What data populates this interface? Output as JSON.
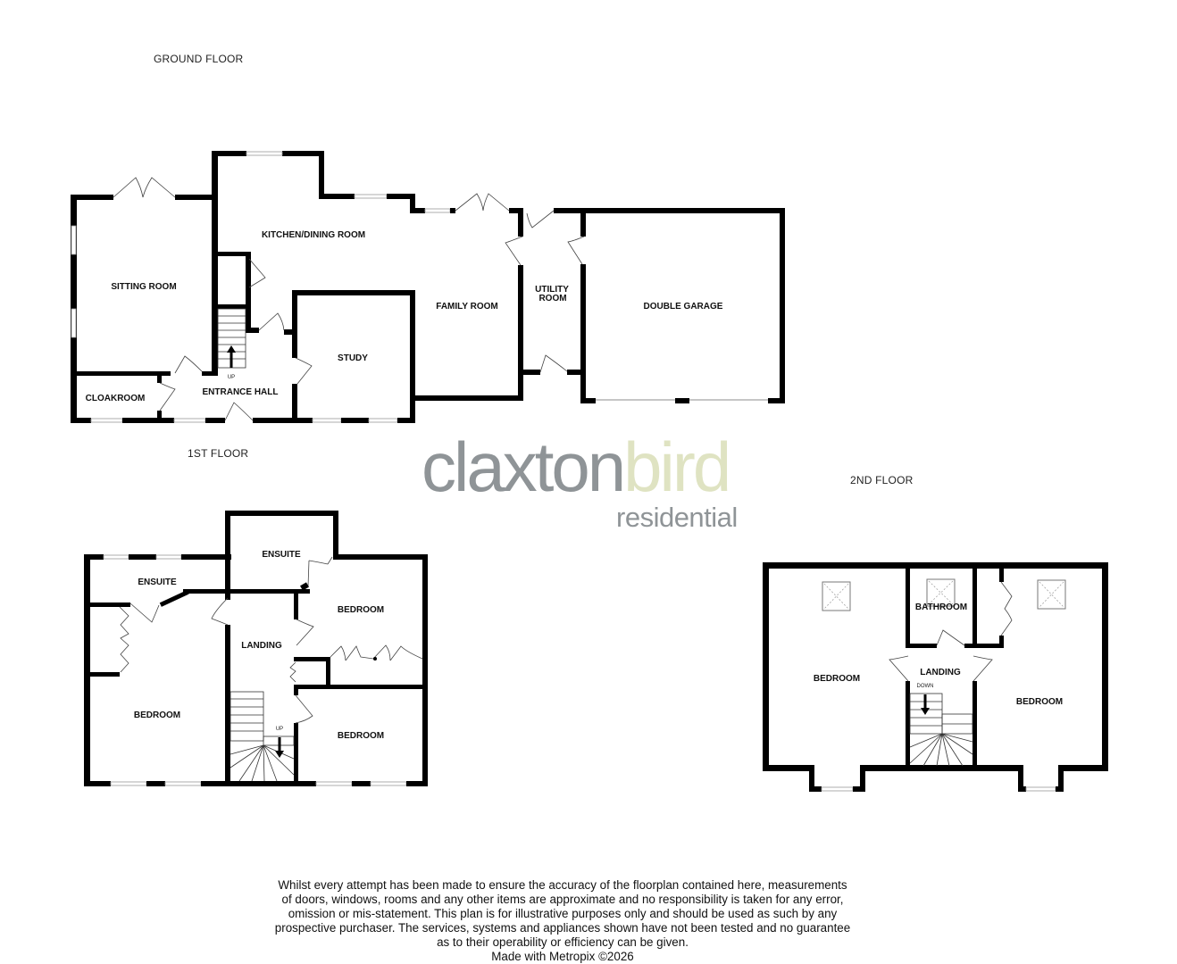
{
  "floors": {
    "ground": {
      "label": "GROUND FLOOR",
      "rooms": {
        "sitting_room": "SITTING ROOM",
        "kitchen_dining": "KITCHEN/DINING ROOM",
        "family_room": "FAMILY ROOM",
        "utility_line1": "UTILITY",
        "utility_line2": "ROOM",
        "double_garage": "DOUBLE GARAGE",
        "study": "STUDY",
        "entrance_hall": "ENTRANCE HALL",
        "cloakroom": "CLOAKROOM"
      },
      "stair_label": "UP"
    },
    "first": {
      "label": "1ST FLOOR",
      "rooms": {
        "ensuite_left": "ENSUITE",
        "ensuite_top": "ENSUITE",
        "bedroom_right_top": "BEDROOM",
        "landing": "LANDING",
        "bedroom_left": "BEDROOM",
        "bedroom_right_bottom": "BEDROOM"
      },
      "stair_label": "UP"
    },
    "second": {
      "label": "2ND FLOOR",
      "rooms": {
        "bedroom_left": "BEDROOM",
        "bathroom": "BATHROOM",
        "landing": "LANDING",
        "bedroom_right": "BEDROOM"
      },
      "stair_label": "DOWN"
    }
  },
  "logo": {
    "part1": "claxton",
    "part2": "bird",
    "sub": "residential",
    "colors": {
      "grey": "#8f9497",
      "green": "#dfe3c2"
    }
  },
  "disclaimer": {
    "lines": [
      "Whilst every attempt has been made to ensure the accuracy of the floorplan contained here, measurements",
      "of doors, windows, rooms and any other items are approximate and no responsibility is taken for any error,",
      "omission or mis-statement. This plan is for illustrative purposes only and should be used as such by any",
      "prospective purchaser. The services, systems and appliances shown have not been tested and no guarantee",
      "as to their operability or efficiency can be given."
    ],
    "credit": "Made with Metropix ©2026"
  }
}
